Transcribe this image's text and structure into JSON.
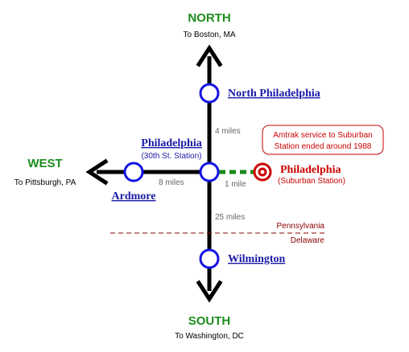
{
  "compass": {
    "north": "NORTH",
    "south": "SOUTH",
    "west": "WEST"
  },
  "destinations": {
    "north": "To Boston, MA",
    "south": "To Washington, DC",
    "west": "To Pittsburgh, PA"
  },
  "stations": {
    "north_philadelphia": "North Philadelphia",
    "philadelphia": "Philadelphia",
    "philadelphia_sub": "(30th St. Station)",
    "ardmore": "Ardmore",
    "wilmington": "Wilmington",
    "suburban": "Philadelphia",
    "suburban_sub": "(Suburban Station)"
  },
  "distances": {
    "north_philadelphia": "4 miles",
    "ardmore": "8 miles",
    "suburban": "1 mile",
    "wilmington": "25 miles"
  },
  "border": {
    "upper": "Pennsylvania",
    "lower": "Delaware"
  },
  "note": {
    "line1": "Amtrak service to Suburban",
    "line2": "Station ended around 1988"
  },
  "colors": {
    "track": "#000000",
    "station_ring": "#1414e6",
    "compass": "#1e8c1e",
    "link": "#1a1aa8",
    "closed": "#cc0000",
    "spur": "#1a8a1a",
    "border": "#8b0000"
  }
}
